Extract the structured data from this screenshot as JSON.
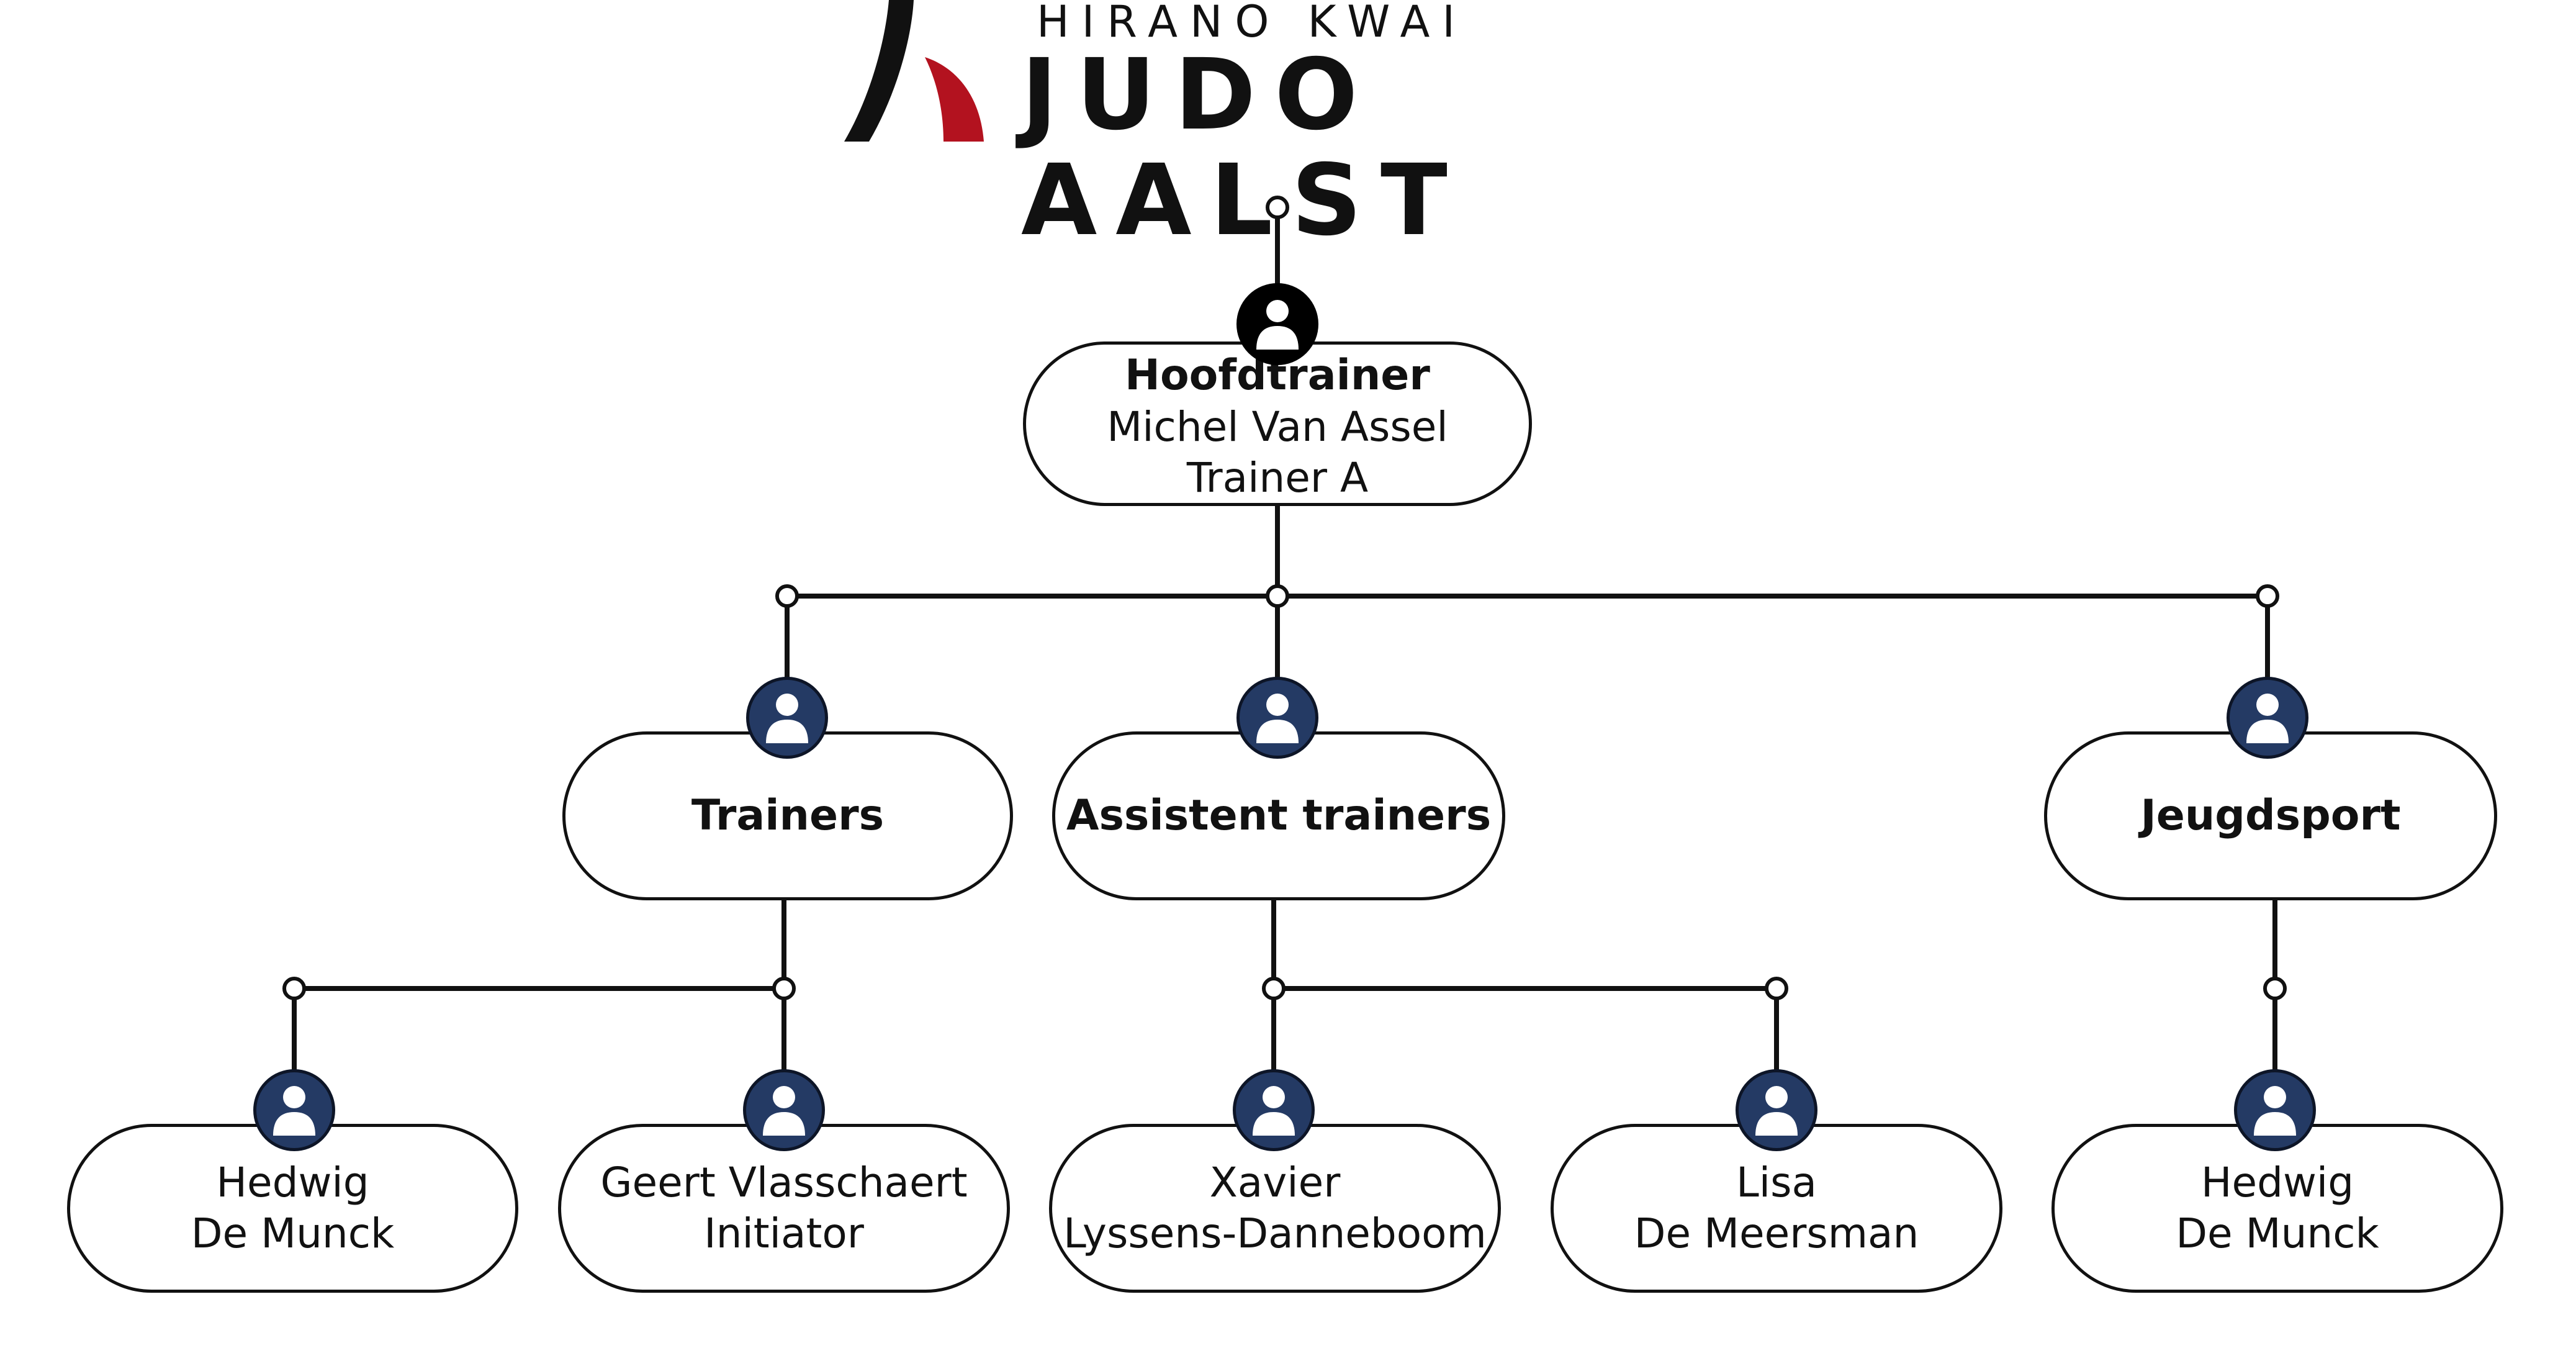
{
  "logo": {
    "brand_top": "HIRANO KWAI",
    "brand_main": "JUDO AALST",
    "colors": {
      "black": "#111111",
      "red": "#b3121f"
    }
  },
  "icons": {
    "person": "person-icon"
  },
  "colors": {
    "avatar": "#243a64",
    "avatar_root": "#000000",
    "stroke": "#111111"
  },
  "org": {
    "head": {
      "title": "Hoofdtrainer",
      "lines": [
        "Michel Van Assel",
        "Trainer A"
      ]
    },
    "groups": [
      {
        "title": "Trainers"
      },
      {
        "title": "Assistent trainers"
      },
      {
        "title": "Jeugdsport"
      }
    ],
    "members": [
      {
        "lines": [
          "Hedwig",
          "De Munck"
        ]
      },
      {
        "lines": [
          "Geert Vlasschaert",
          "Initiator"
        ]
      },
      {
        "lines": [
          "Xavier",
          "Lyssens-Danneboom"
        ]
      },
      {
        "lines": [
          "Lisa",
          "De Meersman"
        ]
      },
      {
        "lines": [
          "Hedwig",
          "De Munck"
        ]
      }
    ]
  }
}
